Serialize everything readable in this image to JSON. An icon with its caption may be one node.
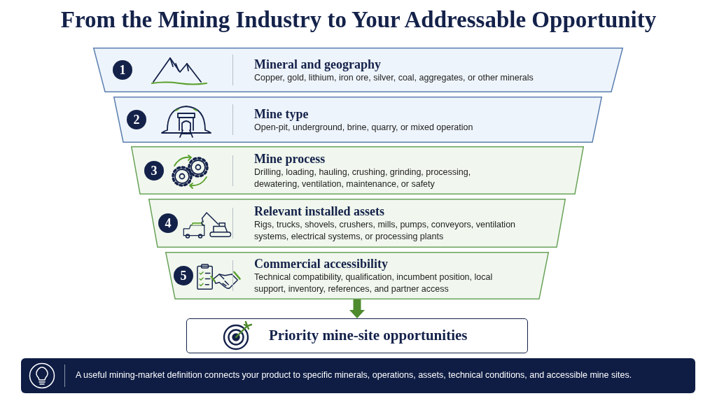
{
  "diagram": {
    "title": "From the Mining Industry to Your Addressable Opportunity",
    "nodes": [
      {
        "text": [
          "1",
          "Mineral and geography",
          "Copper, gold, lithium, iron ore, silver, coal, aggregates, or other minerals"
        ]
      },
      {
        "text": [
          "2",
          "Mine type",
          "Open-pit, underground, brine, quarry, or mixed operation"
        ]
      },
      {
        "text": [
          "3",
          "Mine process",
          "Drilling, loading, hauling, crushing, grinding, processing, dewatering, ventilation, maintenance, or safety"
        ]
      },
      {
        "text": [
          "4",
          "Relevant installed assets",
          "Rigs, trucks, shovels, crushers, mills, pumps, conveyors, ventilation systems, electrical systems, or processing plants"
        ]
      },
      {
        "text": [
          "5",
          "Commercial accessibility",
          "Technical compatibility, qualification, incumbent position, local support, inventory, references, and partner access"
        ]
      },
      {
        "text": [
          "Priority mine-site opportunities"
        ]
      },
      {
        "text": [
          "A useful mining-market definition connects your product to specific minerals, operations, assets, technical conditions, and accessible mine sites."
        ]
      }
    ],
    "edges": [
      {
        "from": 4,
        "to": 5,
        "arrow": "to"
      }
    ]
  }
}
